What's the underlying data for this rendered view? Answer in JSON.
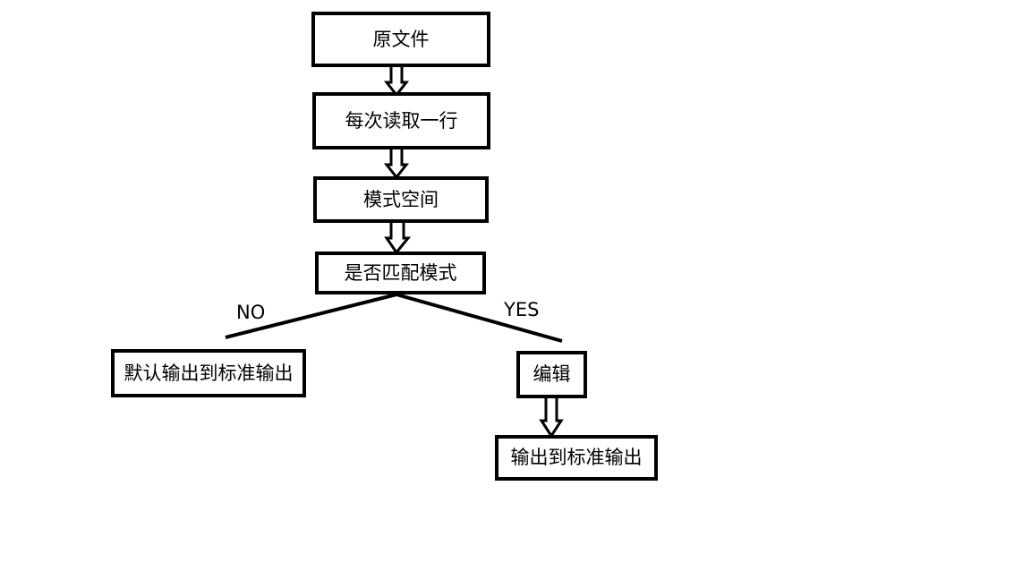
{
  "diagram": {
    "nodes": {
      "source_file": "原文件",
      "read_line": "每次读取一行",
      "pattern_space": "模式空间",
      "match_pattern": "是否匹配模式",
      "default_output": "默认输出到标准输出",
      "edit": "编辑",
      "output": "输出到标准输出"
    },
    "branches": {
      "no": "NO",
      "yes": "YES"
    },
    "colors": {
      "stroke": "#000000",
      "background": "#ffffff"
    }
  }
}
